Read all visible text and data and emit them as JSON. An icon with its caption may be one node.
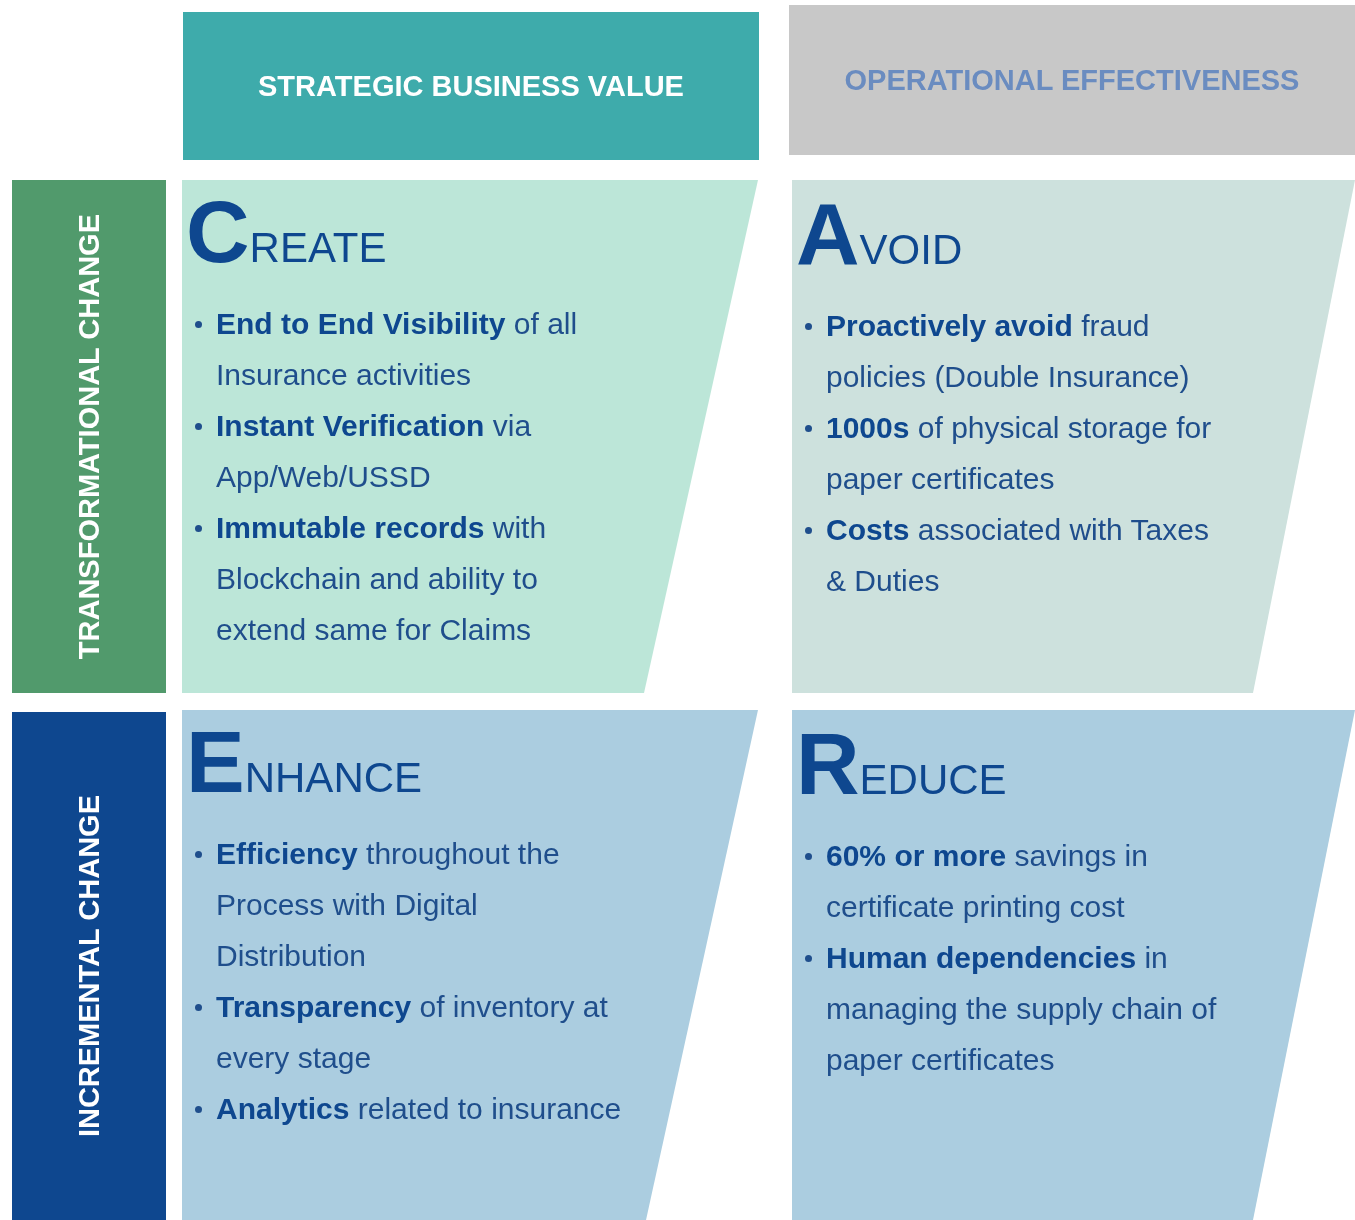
{
  "diagram": {
    "nodes": [
      {
        "text": [
          "STRATEGIC BUSINESS VALUE"
        ]
      },
      {
        "text": [
          "OPERATIONAL EFFECTIVENESS"
        ]
      },
      {
        "text": [
          "TRANSFORMATIONAL CHANGE"
        ]
      },
      {
        "text": [
          "INCREMENTAL CHANGE"
        ]
      },
      {
        "text": [
          "CREATE",
          "**End to End Visibility** of all Insurance activities",
          "**Instant Verification** via App/Web/USSD",
          "**Immutable records** with Blockchain and ability to extend same for Claims"
        ]
      },
      {
        "text": [
          "AVOID",
          "**Proactively avoid** fraud policies (Double Insurance)",
          "**1000s** of physical storage for paper certificates",
          "**Costs** associated with Taxes & Duties"
        ]
      },
      {
        "text": [
          "ENHANCE",
          "**Efficiency** throughout the Process with Digital Distribution",
          "**Transparency** of inventory at every stage",
          "**Analytics** related to insurance"
        ]
      },
      {
        "text": [
          "REDUCE",
          "**60% or more** savings in certificate printing cost",
          "**Human dependencies** in managing the supply chain of paper certificates"
        ]
      }
    ],
    "edges": []
  }
}
